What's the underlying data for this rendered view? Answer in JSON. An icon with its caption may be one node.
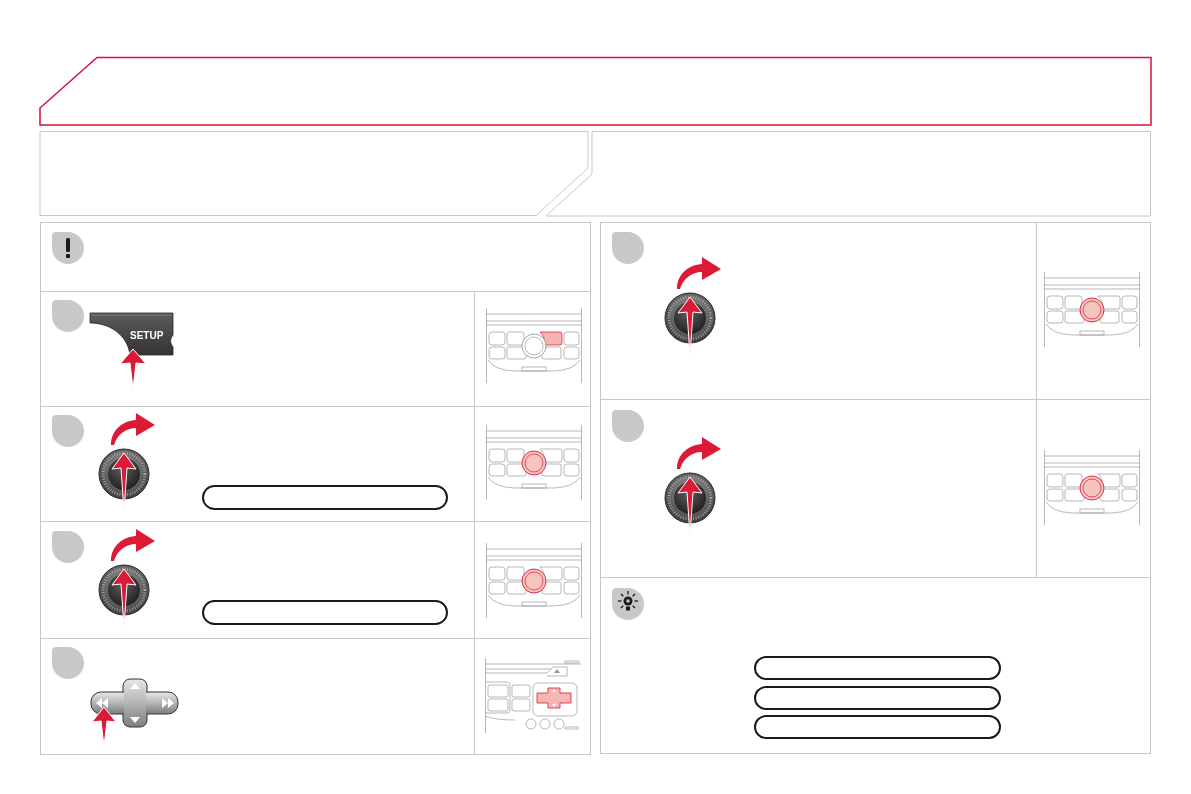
{
  "diagram": {
    "nodes": [
      {
        "text": [],
        "shape": "box"
      },
      {
        "text": [],
        "shape": "box"
      },
      {
        "text": [],
        "shape": "box"
      },
      {
        "text": [],
        "shape": "box"
      },
      {
        "text": [],
        "shape": "box"
      }
    ],
    "labels": [
      "SETUP"
    ]
  }
}
